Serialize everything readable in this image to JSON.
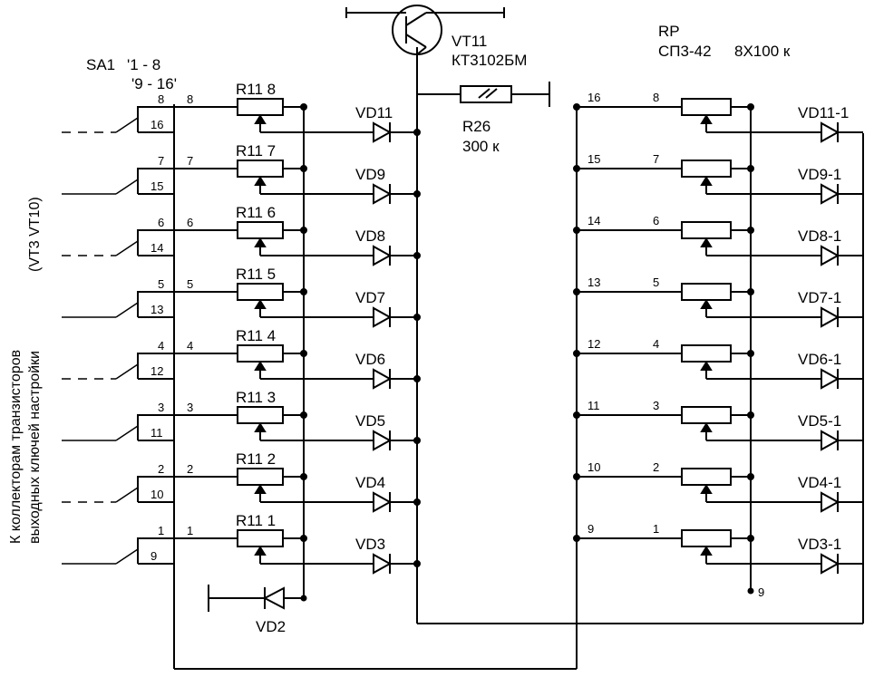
{
  "switch": {
    "name": "SA1",
    "positions_line1": "'1 - 8",
    "positions_line2": "'9 - 16'"
  },
  "transistor": {
    "ref": "VT11",
    "type": "КТ3102БМ"
  },
  "resistor_r26": {
    "ref": "R26",
    "value": "300 к"
  },
  "rp_block": {
    "ref": "RP",
    "type": "СП3-42",
    "value": "8Х100 к"
  },
  "side_note": {
    "line1": "К коллекторам транзисторов",
    "line2": "выходных ключей настройки",
    "line3": "(VT3  VT10)"
  },
  "diode_vd2": "VD2",
  "node_9": "9",
  "left_rows": [
    {
      "top_pin": "8",
      "bottom_pin": "16",
      "wire_pin": "8",
      "resistor": "R11 8",
      "diode": "VD11"
    },
    {
      "top_pin": "7",
      "bottom_pin": "15",
      "wire_pin": "7",
      "resistor": "R11 7",
      "diode": "VD9"
    },
    {
      "top_pin": "6",
      "bottom_pin": "14",
      "wire_pin": "6",
      "resistor": "R11 6",
      "diode": "VD8"
    },
    {
      "top_pin": "5",
      "bottom_pin": "13",
      "wire_pin": "5",
      "resistor": "R11 5",
      "diode": "VD7"
    },
    {
      "top_pin": "4",
      "bottom_pin": "12",
      "wire_pin": "4",
      "resistor": "R11 4",
      "diode": "VD6"
    },
    {
      "top_pin": "3",
      "bottom_pin": "11",
      "wire_pin": "3",
      "resistor": "R11 3",
      "diode": "VD5"
    },
    {
      "top_pin": "2",
      "bottom_pin": "10",
      "wire_pin": "2",
      "resistor": "R11 2",
      "diode": "VD4"
    },
    {
      "top_pin": "1",
      "bottom_pin": "9",
      "wire_pin": "1",
      "resistor": "R11 1",
      "diode": "VD3"
    }
  ],
  "right_rows": [
    {
      "pin": "16",
      "sub": "8",
      "diode": "VD11-1"
    },
    {
      "pin": "15",
      "sub": "7",
      "diode": "VD9-1"
    },
    {
      "pin": "14",
      "sub": "6",
      "diode": "VD8-1"
    },
    {
      "pin": "13",
      "sub": "5",
      "diode": "VD7-1"
    },
    {
      "pin": "12",
      "sub": "4",
      "diode": "VD6-1"
    },
    {
      "pin": "11",
      "sub": "3",
      "diode": "VD5-1"
    },
    {
      "pin": "10",
      "sub": "2",
      "diode": "VD4-1"
    },
    {
      "pin": "9",
      "sub": "1",
      "diode": "VD3-1"
    }
  ]
}
